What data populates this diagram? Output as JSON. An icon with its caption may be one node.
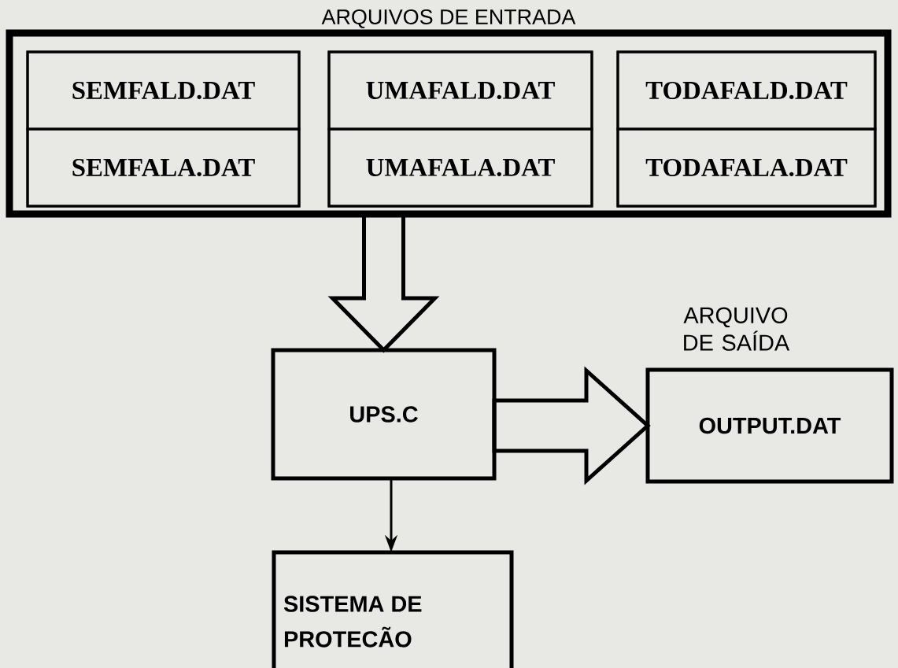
{
  "diagram": {
    "nodes": [
      {
        "text": [
          "ARQUIVOS DE ENTRADA"
        ]
      },
      {
        "text": [],
        "shape": "box",
        "in": 0
      },
      {
        "text": [
          "SEMFALD.DAT"
        ],
        "in": 1
      },
      {
        "text": [
          "SEMFALA.DAT"
        ],
        "in": 1
      },
      {
        "text": [],
        "shape": "box",
        "in": 0
      },
      {
        "text": [
          "UMAFALD.DAT"
        ],
        "in": 4
      },
      {
        "text": [
          "UMAFALA.DAT"
        ],
        "in": 4
      },
      {
        "text": [],
        "shape": "box",
        "in": 0
      },
      {
        "text": [
          "TODAFALD.DAT"
        ],
        "in": 7
      },
      {
        "text": [
          "TODAFALA.DAT"
        ],
        "in": 7
      },
      {
        "text": [
          "UPS.C"
        ]
      },
      {
        "text": [
          "ARQUIVO DE SAÍDA",
          "OUTPUT.DAT"
        ]
      },
      {
        "text": [
          "SISTEMA DE PROTECÃO"
        ]
      }
    ],
    "edges": [
      {
        "from": 0,
        "to": 10,
        "arrow": "to",
        "style": "thick"
      },
      {
        "from": 10,
        "to": 11,
        "arrow": "to",
        "style": "thick"
      },
      {
        "from": 10,
        "to": 12,
        "arrow": "to"
      }
    ]
  }
}
